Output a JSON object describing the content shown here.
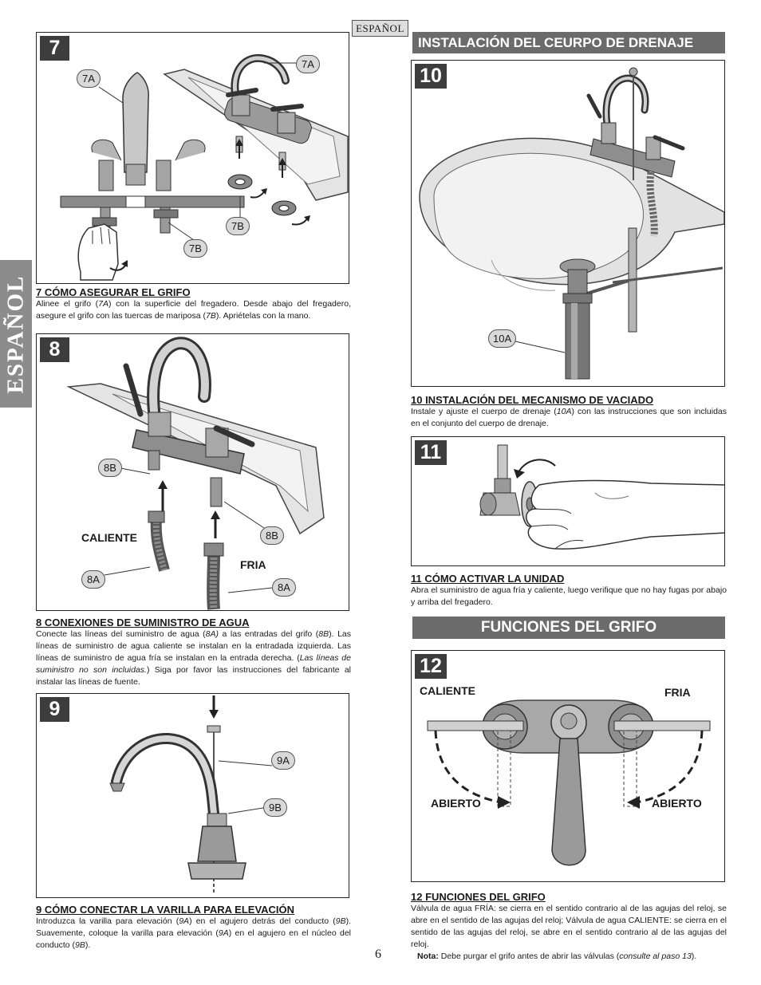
{
  "language_tag": "ESPAÑOL",
  "side_tab": "ESPAÑOL",
  "page_number": "6",
  "sections": {
    "drain_banner": "INSTALACIÓN DEL CEURPO DE DRENAJE",
    "functions_banner": "FUNCIONES DEL GRIFO"
  },
  "step7": {
    "number": "7",
    "callouts": {
      "a_left": "7A",
      "a_right": "7A",
      "b_right": "7B",
      "b_left": "7B"
    },
    "title": "7  CÓMO ASEGURAR EL GRIFO",
    "body": {
      "p1": "Alinee el grifo (",
      "ref1": "7A",
      "p2": ") con la superficie del fregadero. Desde abajo del fregadero, asegure el grifo con las tuercas de mariposa (",
      "ref2": "7B",
      "p3": "). Apriételas con la mano."
    }
  },
  "step8": {
    "number": "8",
    "callouts": {
      "b_left": "8B",
      "b_right": "8B",
      "a_left": "8A",
      "a_right": "8A"
    },
    "labels": {
      "hot": "CALIENTE",
      "cold": "FRIA"
    },
    "title": "8  CONEXIONES DE SUMINISTRO DE AGUA",
    "body": {
      "p1": "Conecte las líneas del suministro de agua (",
      "ref1": "8A)",
      "p2": " a las entradas del grifo (",
      "ref2": "8B",
      "p3": "). Las líneas de suministro de agua caliente se instalan en la entradada izquierda. Las líneas de suministro de agua fría se instalan en la entrada derecha. (",
      "note": "Las líneas de suministro no son incluidas.",
      "p4": ") Siga por favor las instrucciones del fabricante al instalar las líneas de fuente."
    }
  },
  "step9": {
    "number": "9",
    "callouts": {
      "a": "9A",
      "b": "9B"
    },
    "title": "9  CÓMO CONECTAR LA VARILLA PARA ELEVACIÓN",
    "body": {
      "p1": "Introduzca la varilla para elevación (",
      "ref1": "9A",
      "p2": ") en el agujero detrás del conducto (",
      "ref2": "9B",
      "p3": "). Suavemente, coloque la varilla para elevación (",
      "ref3": "9A",
      "p4": ") en el agujero en el núcleo del conducto (",
      "ref4": "9B",
      "p5": ")."
    }
  },
  "step10": {
    "number": "10",
    "callouts": {
      "a": "10A"
    },
    "title": "10  INSTALACIÓN DEL MECANISMO DE VACIADO",
    "body": {
      "p1": "Instale y ajuste el cuerpo de drenaje (",
      "ref1": "10A",
      "p2": ") con las instrucciones que son incluidas en el conjunto del cuerpo de drenaje."
    }
  },
  "step11": {
    "number": "11",
    "title": "11  CÓMO ACTIVAR LA UNIDAD",
    "body": "Abra el suministro de agua fría y caliente, luego verifique que no hay fugas por abajo y arriba del fregadero."
  },
  "step12": {
    "number": "12",
    "labels": {
      "hot": "CALIENTE",
      "cold": "FRIA",
      "open_left": "ABIERTO",
      "open_right": "ABIERTO"
    },
    "title": "12  FUNCIONES DEL GRIFO",
    "body": "Válvula de agua FRÍA: se cierra en el sentido contrario al de las agujas del reloj, se abre en el sentido de las agujas del reloj; Válvula de agua CALIENTE: se cierra en el sentido de las agujas del reloj, se abre en el sentido contrario al de las agujas del reloj.",
    "note_label": "Nota:",
    "note_text": " Debe purgar el grifo antes de abrir las válvulas (",
    "note_ref": "consulte al paso 13",
    "note_end": ")."
  }
}
